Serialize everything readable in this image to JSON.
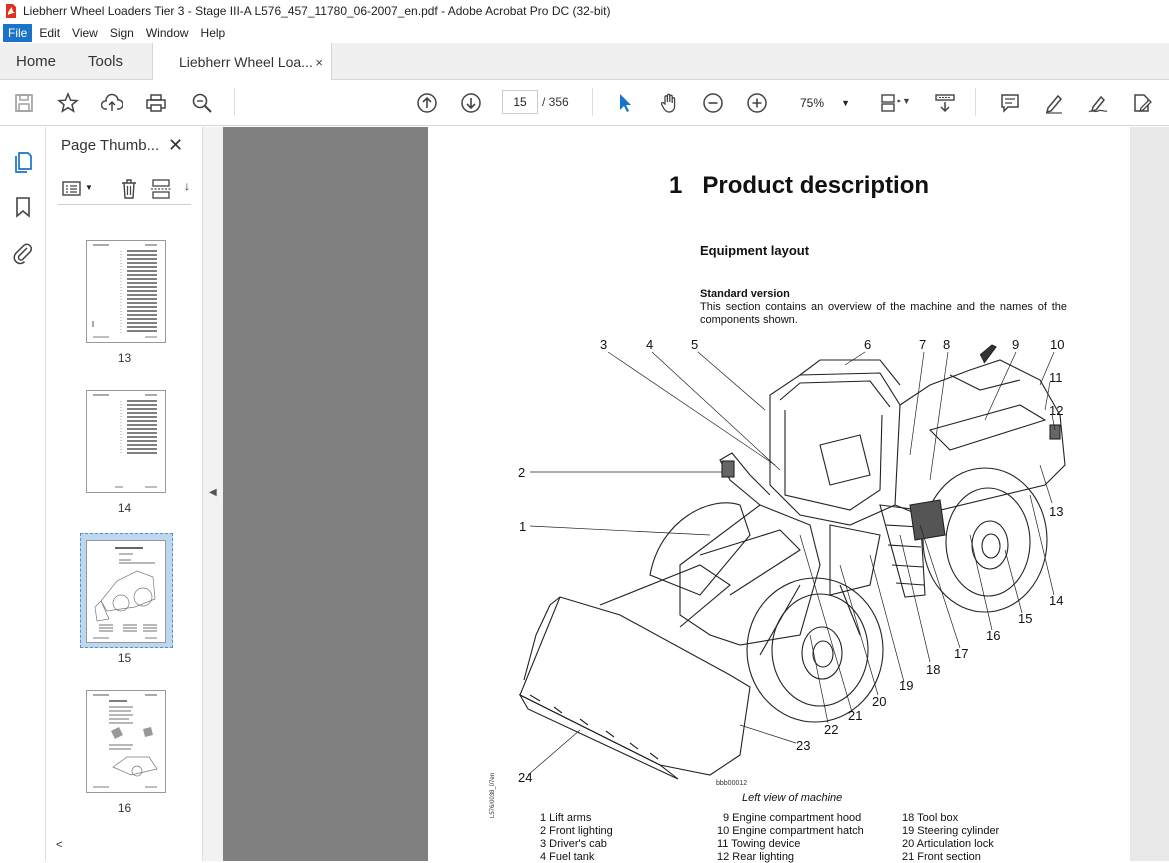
{
  "window": {
    "title": "Liebherr Wheel Loaders Tier 3 - Stage III-A L576_457_11780_06-2007_en.pdf - Adobe Acrobat Pro DC (32-bit)"
  },
  "menu": [
    "File",
    "Edit",
    "View",
    "Sign",
    "Window",
    "Help"
  ],
  "tabs": {
    "home": "Home",
    "tools": "Tools",
    "document": "Liebherr Wheel Loa...",
    "close": "×"
  },
  "toolbar": {
    "current_page": "15",
    "page_sep": "/ 356",
    "zoom": "75%"
  },
  "thumbnail_panel": {
    "title": "Page Thumb...",
    "close": "✕",
    "pages": [
      "13",
      "14",
      "15",
      "16"
    ]
  },
  "document": {
    "chapter_number": "1",
    "chapter_title": "Product description",
    "section_title": "Equipment layout",
    "subsection_title": "Standard version",
    "intro": "This section contains an overview of the machine and the names of the components shown.",
    "figure_caption": "Left view of machine",
    "figure_ref": "bbb00012",
    "side_code": "L576/0038_07en",
    "callouts": [
      "1",
      "2",
      "3",
      "4",
      "5",
      "6",
      "7",
      "8",
      "9",
      "10",
      "11",
      "12",
      "13",
      "14",
      "15",
      "16",
      "17",
      "18",
      "19",
      "20",
      "21",
      "22",
      "23",
      "24"
    ],
    "legend": [
      "1 Lift arms",
      "2 Front lighting",
      "3 Driver's cab",
      "4 Fuel tank",
      "9 Engine compartment hood",
      "10 Engine compartment hatch",
      "11 Towing device",
      "12 Rear lighting",
      "18 Tool box",
      "19 Steering cylinder",
      "20 Articulation lock",
      "21 Front section"
    ]
  },
  "colors": {
    "accent": "#1a73c8",
    "viewer_bg": "#808080",
    "selection": "#bcd7ee"
  }
}
